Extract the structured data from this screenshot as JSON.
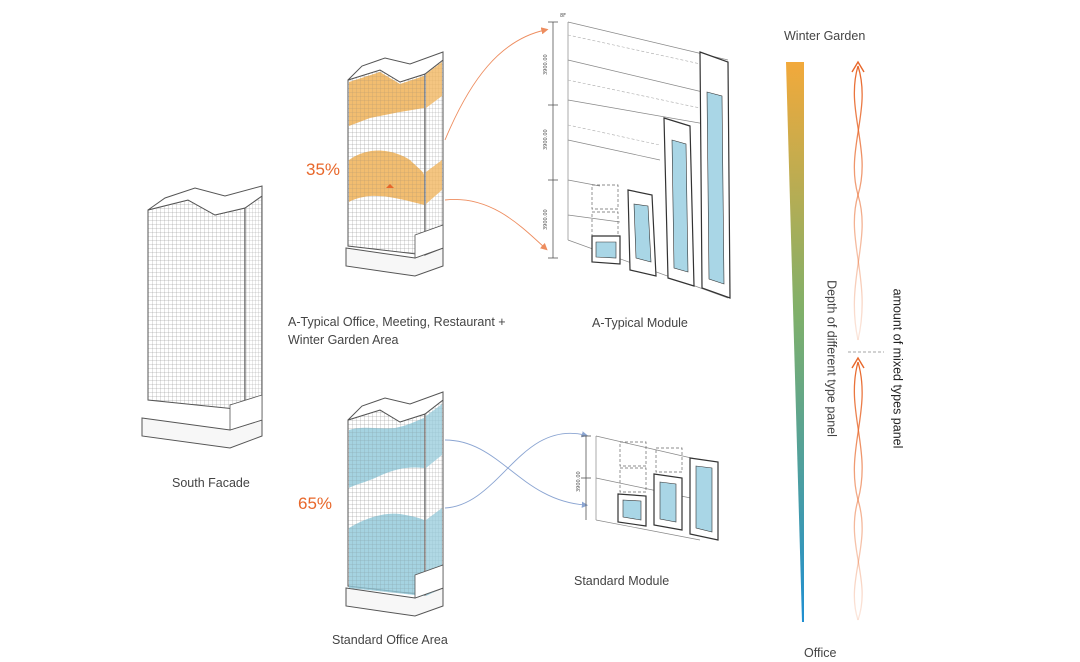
{
  "labels": {
    "south_facade": "South Facade",
    "atypical_area_line1": "A-Typical Office, Meeting, Restaurant +",
    "atypical_area_line2": "Winter Garden Area",
    "atypical_module": "A-Typical Module",
    "standard_area": "Standard Office Area",
    "standard_module": "Standard Module",
    "winter_garden": "Winter Garden",
    "office": "Office",
    "depth_axis": "Depth of different type panel",
    "mixed_axis": "amount of mixed  types panel"
  },
  "percentages": {
    "atypical": "35%",
    "standard": "65%"
  },
  "dimensions": {
    "floor": "3900.00",
    "top": "8F"
  },
  "colors": {
    "accent_orange": "#e8672a",
    "winter_garden_fill": "#f0b257",
    "standard_fill": "#8fc8d9",
    "glass": "#a9d6e6",
    "gradient_top": "#f2a93b",
    "gradient_mid": "#7fb06a",
    "gradient_bottom": "#1f8fd1"
  }
}
